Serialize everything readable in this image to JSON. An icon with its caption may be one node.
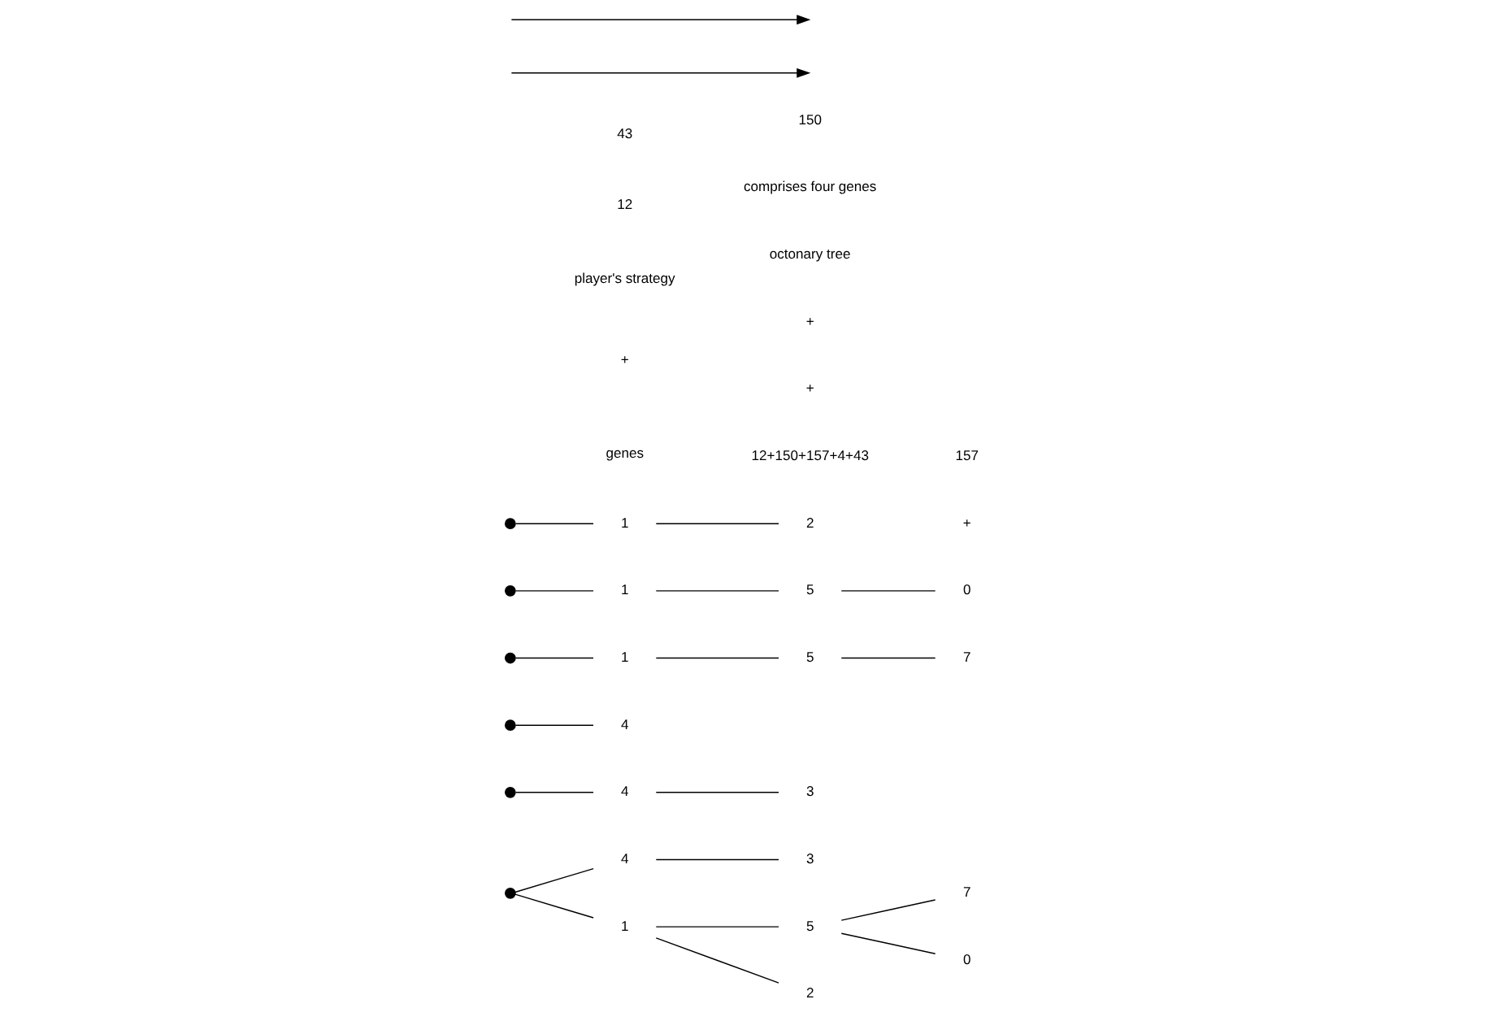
{
  "diagram": {
    "nodes": [
      {
        "text": [],
        "shape": "dot"
      },
      {
        "text": [
          "1"
        ]
      },
      {
        "text": [
          "2"
        ]
      },
      {
        "text": [],
        "shape": "dot"
      },
      {
        "text": [
          "1"
        ]
      },
      {
        "text": [
          "5"
        ]
      },
      {
        "text": [
          "0"
        ]
      },
      {
        "text": [],
        "shape": "dot"
      },
      {
        "text": [
          "1"
        ]
      },
      {
        "text": [
          "5"
        ]
      },
      {
        "text": [
          "7"
        ]
      },
      {
        "text": [],
        "shape": "dot"
      },
      {
        "text": [
          "4"
        ]
      },
      {
        "text": [],
        "shape": "dot"
      },
      {
        "text": [
          "4"
        ]
      },
      {
        "text": [
          "3"
        ]
      },
      {
        "text": [],
        "shape": "dot"
      },
      {
        "text": [
          "1"
        ]
      },
      {
        "text": [
          "2"
        ]
      },
      {
        "text": [
          "5"
        ]
      },
      {
        "text": [
          "0"
        ]
      },
      {
        "text": [
          "7"
        ]
      },
      {
        "text": [
          "4"
        ]
      },
      {
        "text": [
          "3"
        ]
      }
    ],
    "edges": [
      {
        "from": 0,
        "to": 1,
        "arrow": "none"
      },
      {
        "from": 1,
        "to": 2,
        "arrow": "none"
      },
      {
        "from": 3,
        "to": 4,
        "arrow": "none"
      },
      {
        "from": 4,
        "to": 5,
        "arrow": "none"
      },
      {
        "from": 5,
        "to": 6,
        "arrow": "none"
      },
      {
        "from": 7,
        "to": 8,
        "arrow": "none"
      },
      {
        "from": 8,
        "to": 9,
        "arrow": "none"
      },
      {
        "from": 9,
        "to": 10,
        "arrow": "none"
      },
      {
        "from": 11,
        "to": 12,
        "arrow": "none"
      },
      {
        "from": 13,
        "to": 14,
        "arrow": "none"
      },
      {
        "from": 14,
        "to": 15,
        "arrow": "none"
      },
      {
        "from": 16,
        "to": 17,
        "arrow": "none"
      },
      {
        "from": 17,
        "to": 18,
        "arrow": "none"
      },
      {
        "from": 17,
        "to": 19,
        "arrow": "none"
      },
      {
        "from": 19,
        "to": 20,
        "arrow": "none"
      },
      {
        "from": 19,
        "to": 21,
        "arrow": "none"
      },
      {
        "from": 16,
        "to": 22,
        "arrow": "none"
      },
      {
        "from": 22,
        "to": 23,
        "arrow": "none"
      }
    ],
    "labels": [
      "genes",
      "12+150+157+4+43",
      "+",
      "+",
      "+",
      "+",
      "player's strategy",
      "octonary tree",
      "comprises four genes",
      "12",
      "150",
      "157",
      "43"
    ]
  }
}
